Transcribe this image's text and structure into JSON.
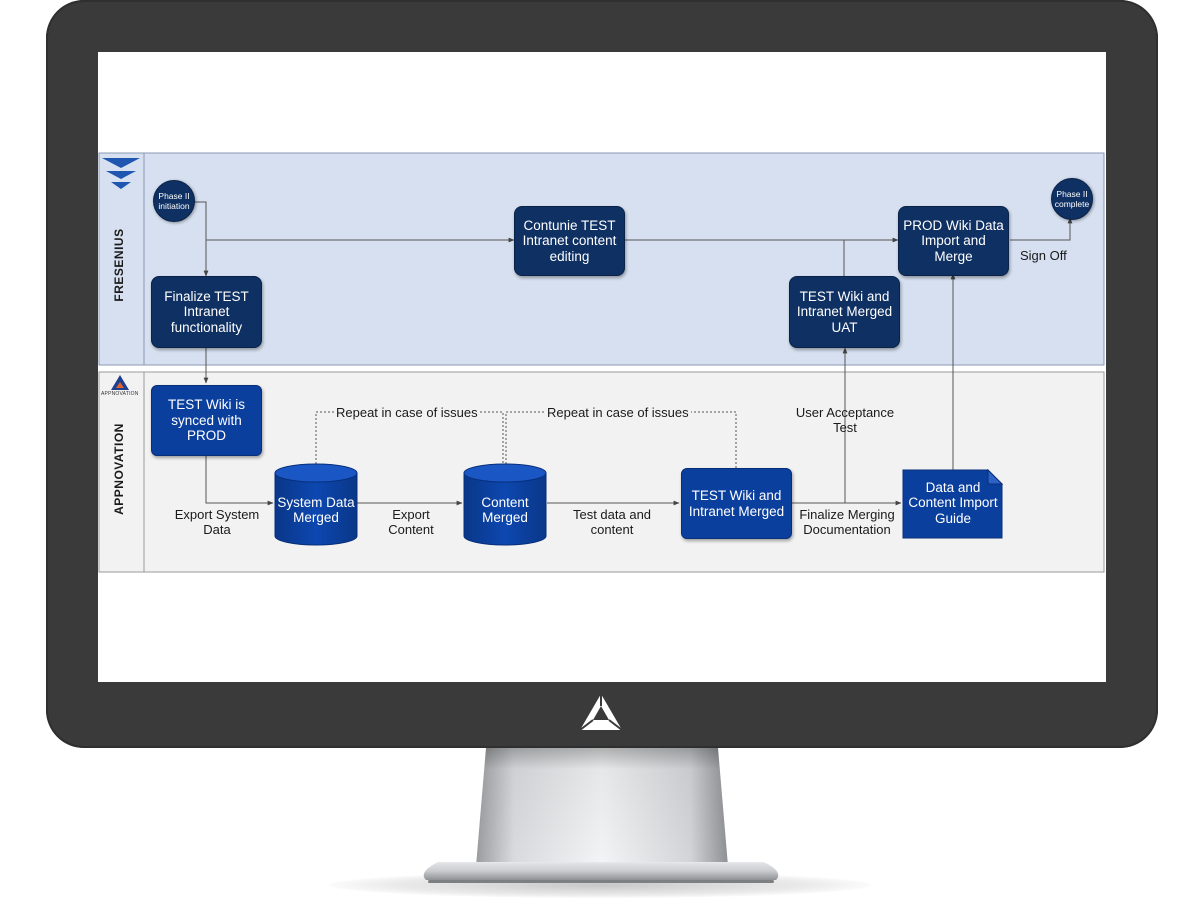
{
  "diagram": {
    "lanes": [
      {
        "id": "fresenius",
        "label": "FRESENIUS"
      },
      {
        "id": "appnovation",
        "label": "APPNOVATION",
        "logo_text": "APPNOVATION"
      }
    ],
    "nodes": {
      "phase_start": "Phase II initiation",
      "phase_end": "Phase II complete",
      "finalize_test": "Finalize TEST Intranet functionality",
      "continue_test": "Contunie TEST Intranet content editing",
      "prod_wiki": "PROD Wiki Data Import and Merge",
      "uat": "TEST Wiki and Intranet Merged UAT",
      "wiki_synced": "TEST Wiki is synced with PROD",
      "system_data": "System Data Merged",
      "content_merged": "Content Merged",
      "test_wiki_merged": "TEST Wiki and Intranet Merged",
      "import_guide": "Data and Content Import Guide"
    },
    "edge_labels": {
      "sign_off": "Sign Off",
      "export_system": "Export System Data",
      "export_content": "Export Content",
      "test_data": "Test data and content",
      "finalize_merging": "Finalize Merging Documentation",
      "user_acceptance": "User Acceptance Test",
      "repeat_1": "Repeat in case of issues",
      "repeat_2": "Repeat in case of issues"
    }
  },
  "colors": {
    "lane_top_bg": "#d6e0f0",
    "lane_bottom_bg": "#f2f2f2",
    "node_dark": "#0f3062",
    "node_blue": "#0b3f9e",
    "bezel": "#3a3a3a"
  },
  "icons": [
    "fresenius-logo",
    "appnovation-logo",
    "monitor-brand-icon"
  ]
}
